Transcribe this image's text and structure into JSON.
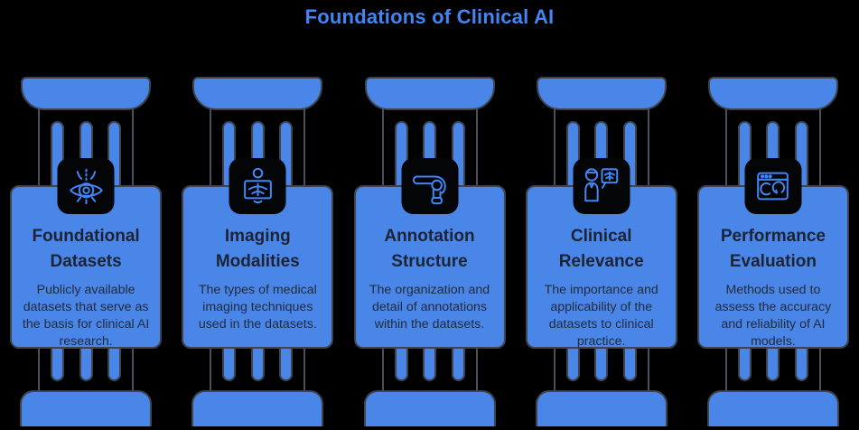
{
  "header": {
    "title": "Foundations of Clinical AI"
  },
  "colors": {
    "background": "#000000",
    "pillar_blue": "#4a86e8",
    "outline_gray": "#3e434e",
    "icon_stroke_blue": "#4285f4",
    "header_title_blue": "#4285f4",
    "card_text_dark": "#1c2433"
  },
  "pillars": [
    {
      "icon": "eye-scan-icon",
      "title": "Foundational Datasets",
      "description": "Publicly available datasets that serve as the basis for clinical AI research."
    },
    {
      "icon": "xray-monitor-icon",
      "title": "Imaging Modalities",
      "description": "The types of medical imaging techniques used in the datasets."
    },
    {
      "icon": "bone-joint-icon",
      "title": "Annotation Structure",
      "description": "The organization and detail of annotations within the datasets."
    },
    {
      "icon": "doctor-consultation-icon",
      "title": "Clinical Relevance",
      "description": "The importance and applicability of the datasets to clinical practice."
    },
    {
      "icon": "performance-window-icon",
      "title": "Performance Evaluation",
      "description": "Methods used to assess the accuracy and reliability of AI models."
    }
  ]
}
